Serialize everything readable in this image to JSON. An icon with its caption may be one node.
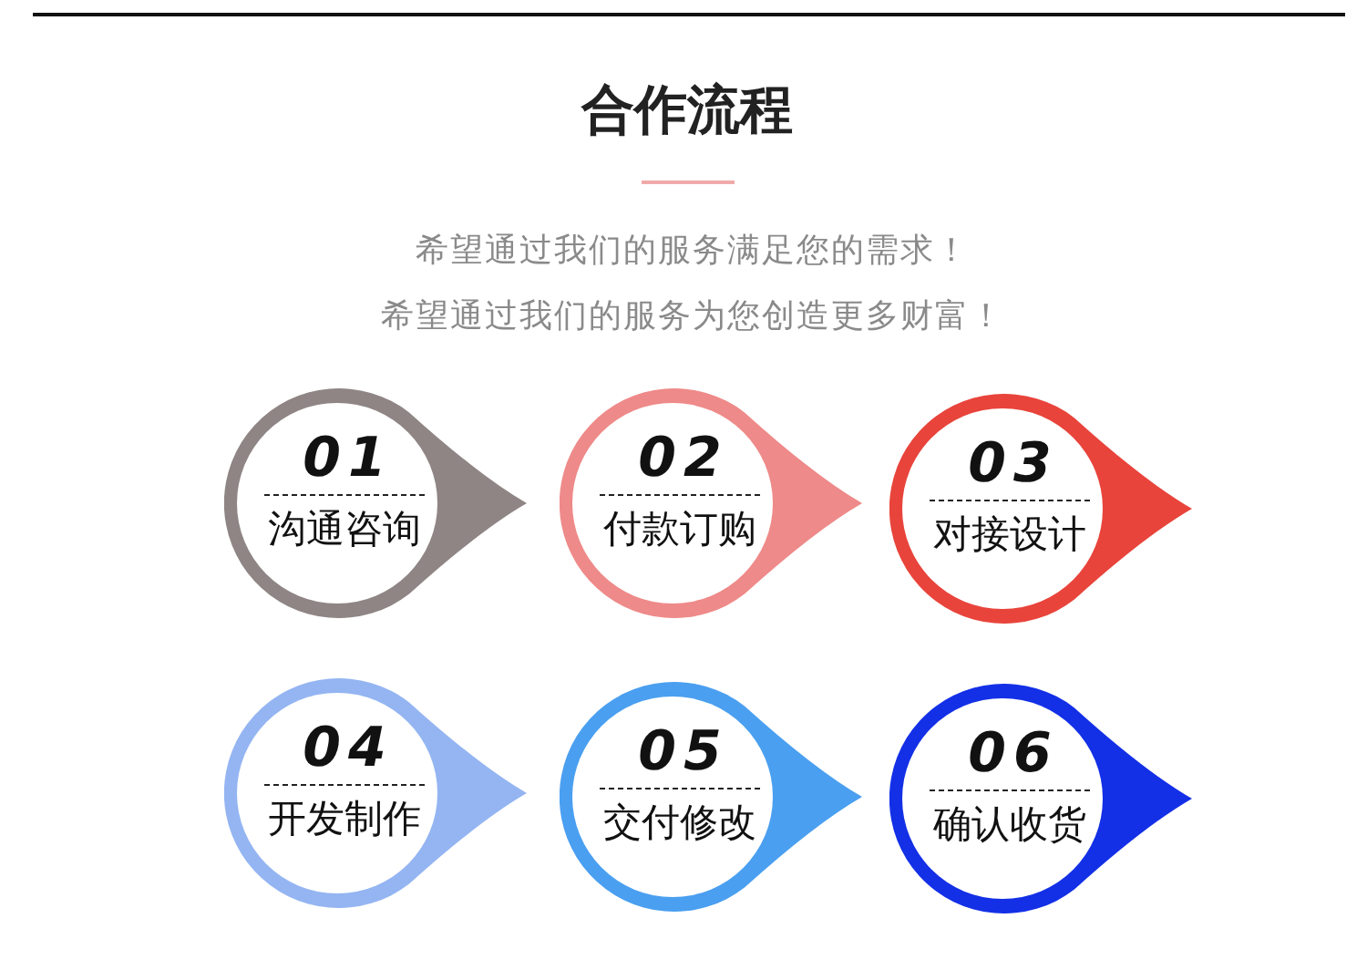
{
  "diagram": {
    "title": "合作流程",
    "nodes": [
      {
        "text": [
          "01",
          "沟通咨询"
        ]
      },
      {
        "text": [
          "02",
          "付款订购"
        ]
      },
      {
        "text": [
          "03",
          "对接设计"
        ]
      },
      {
        "text": [
          "04",
          "开发制作"
        ]
      },
      {
        "text": [
          "05",
          "交付修改"
        ]
      },
      {
        "text": [
          "06",
          "确认收货"
        ]
      }
    ],
    "labels": [
      "希望通过我们的服务满足您的需求！",
      "希望通过我们的服务为您创造更多财富！"
    ]
  }
}
